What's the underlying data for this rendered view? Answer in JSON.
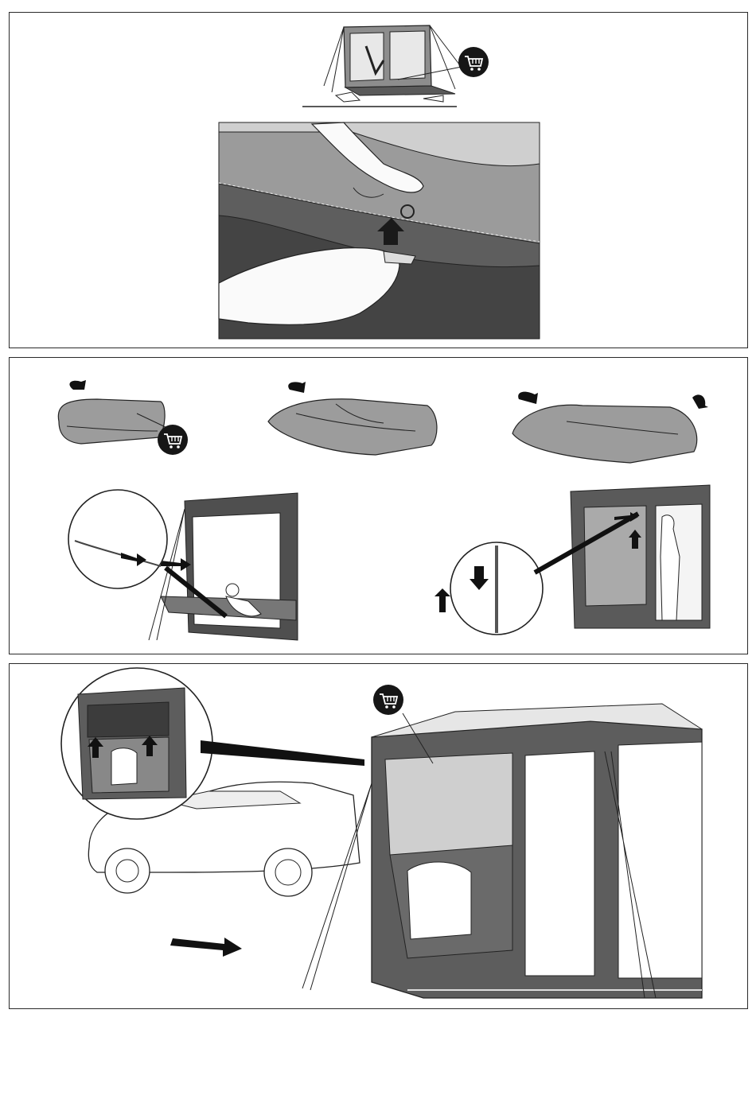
{
  "document": {
    "panels": [
      {
        "id": "panel-1",
        "description_icons": [
          "shopping-cart-icon"
        ],
        "illustrations": [
          "tent-overview",
          "hook-attachment-closeup"
        ]
      },
      {
        "id": "panel-2",
        "description_icons": [
          "shopping-cart-icon"
        ],
        "illustrations": [
          "folding-step-1",
          "folding-step-2",
          "folding-step-3",
          "zip-floor-attach",
          "zip-door-attach"
        ]
      },
      {
        "id": "panel-3",
        "description_icons": [
          "shopping-cart-icon"
        ],
        "illustrations": [
          "tent-attached-to-car",
          "door-inset-detail"
        ]
      }
    ]
  },
  "colors": {
    "border": "#2a2a2a",
    "badge": "#161616",
    "tent_dark": "#6e6e6e",
    "tent_mid": "#9a9a9a",
    "tent_light": "#c9c9c9",
    "roof": "#e4e4e4"
  }
}
